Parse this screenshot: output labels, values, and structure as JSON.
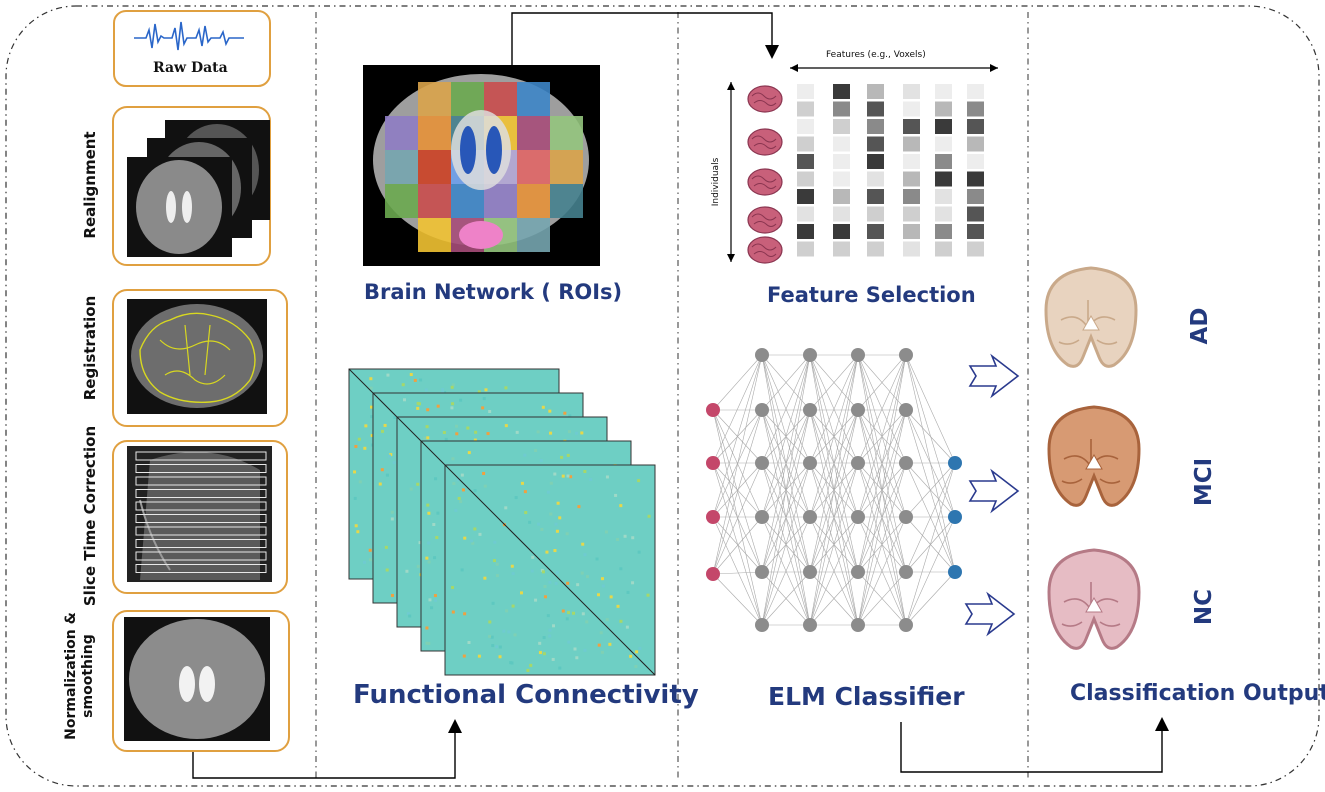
{
  "preprocessing": {
    "raw_data_label": "Raw Data",
    "steps": [
      "Realignment",
      "Registration",
      "Slice  Time Correction"
    ],
    "last_step": [
      "Normalization &",
      "smoothing"
    ]
  },
  "brain_network": {
    "title": "Brain Network ( ROIs)"
  },
  "functional_connectivity": {
    "title": "Functional Connectivity"
  },
  "feature_selection": {
    "title": "Feature Selection",
    "features_label": "Features (e.g., Voxels)",
    "individuals_label": "Individuals"
  },
  "elm": {
    "title": "ELM Classifier"
  },
  "output": {
    "title": "Classification Output",
    "classes": [
      "AD",
      "MCI",
      "NC"
    ]
  },
  "colors": {
    "box_border": "#e0a040",
    "title_blue": "#233a7e",
    "input_node": "#c4476a",
    "hidden_node": "#8c8c8c",
    "output_node": "#2e76b0",
    "arrow_outline": "#2a3a8e",
    "brain_ad": "#e8d3bf",
    "brain_mci": "#d79a73",
    "brain_nc": "#e6bcc4"
  }
}
